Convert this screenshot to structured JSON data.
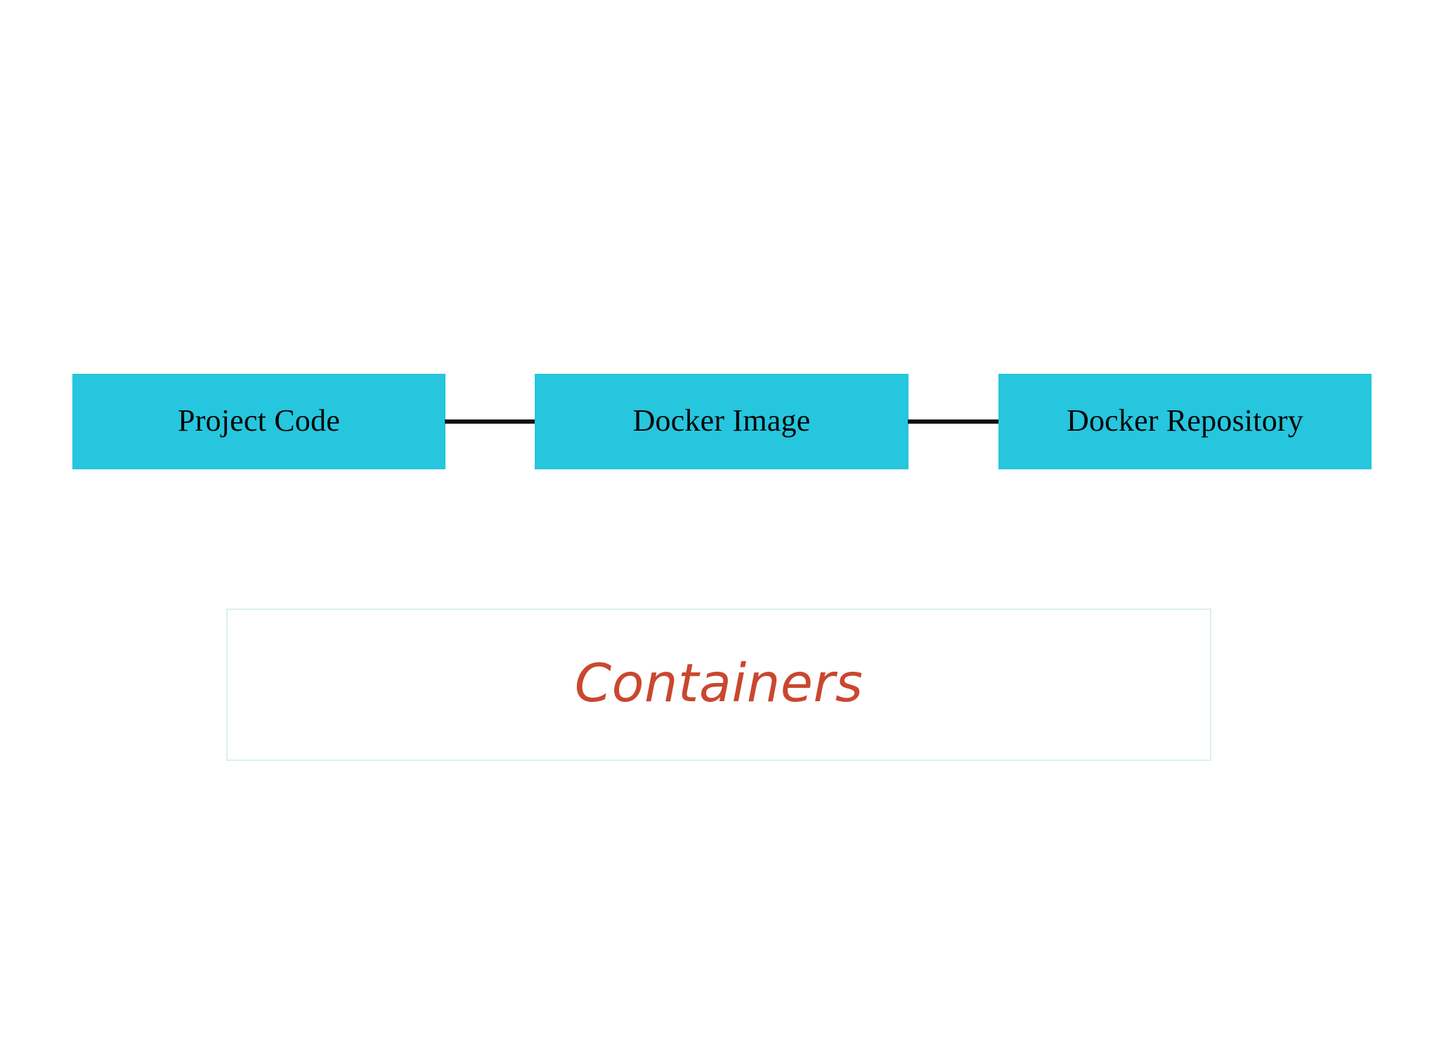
{
  "diagram": {
    "title": "Containers",
    "background_color": "#ffffff",
    "nodes": [
      {
        "id": "project-code",
        "label": "Project Code",
        "fill": "#26c6de",
        "text_color": "#050505"
      },
      {
        "id": "docker-image",
        "label": "Docker Image",
        "fill": "#26c6de",
        "text_color": "#050505"
      },
      {
        "id": "docker-repository",
        "label": "Docker Repository",
        "fill": "#26c6de",
        "text_color": "#050505"
      }
    ],
    "connectors": [
      {
        "id": "connector-1",
        "from": "project-code",
        "to": "docker-image",
        "color": "#111111",
        "style": "solid-line"
      },
      {
        "id": "connector-2",
        "from": "docker-image",
        "to": "docker-repository",
        "color": "#111111",
        "style": "solid-line"
      }
    ],
    "caption_panel": {
      "label": "Containers",
      "text_color": "#c9472f",
      "border_color": "#dcefee",
      "fill": "#ffffff"
    }
  }
}
